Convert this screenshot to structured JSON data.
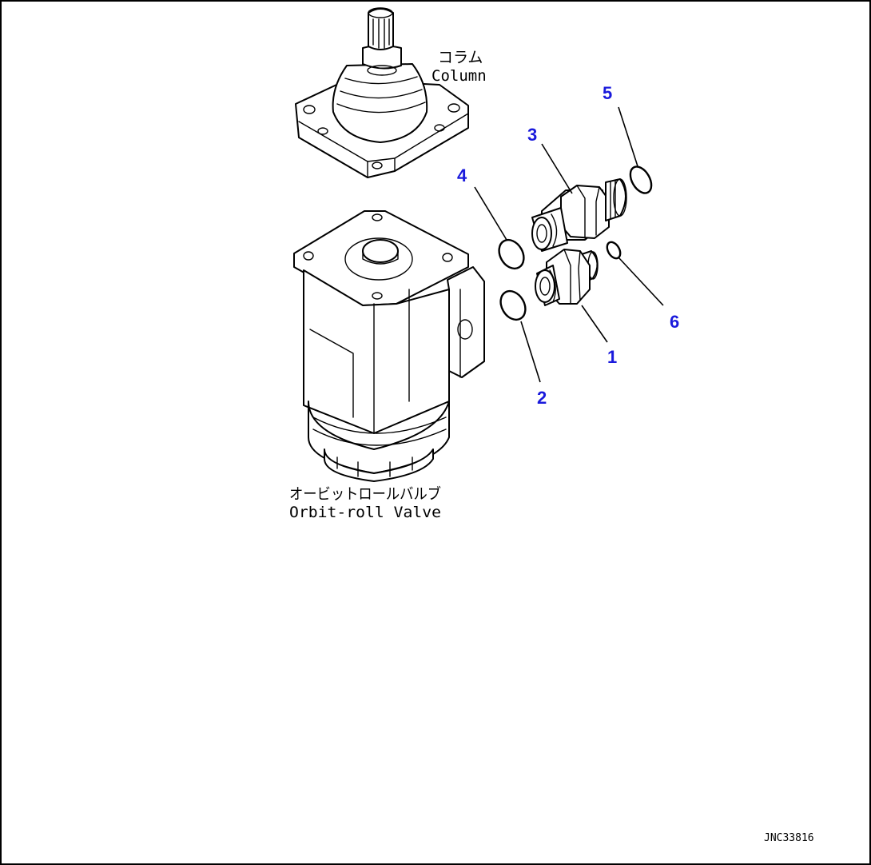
{
  "labels": {
    "column_jp": "コラム",
    "column_en": "Column",
    "valve_jp": "オービットロールバルブ",
    "valve_en": "Orbit-roll Valve"
  },
  "callouts": [
    "1",
    "2",
    "3",
    "4",
    "5",
    "6"
  ],
  "figure_id": "JNC33816",
  "colors": {
    "callout": "#1a1adc",
    "line": "#000000",
    "background": "#ffffff"
  }
}
